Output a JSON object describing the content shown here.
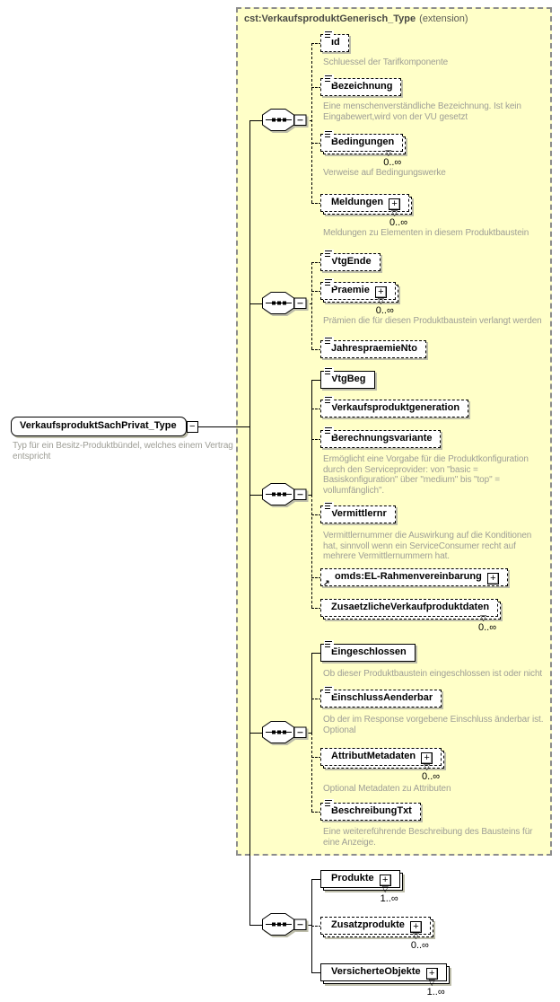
{
  "header": {
    "title": "cst:VerkaufsproduktGenerisch_Type",
    "suffix": "(extension)"
  },
  "root": {
    "name": "VerkaufsproduktSachPrivat_Type",
    "annotation": "Typ für ein Besitz-Produktbündel, welches einem Vertrag\nentspricht"
  },
  "icons": {
    "collapse": "−",
    "expand": "+",
    "multi_marker": "▽",
    "reference_arrow": "↗"
  },
  "groups": [
    {
      "kind": "sequence",
      "children": [
        {
          "name": "Id",
          "annotation": "Schluessel der Tarifkomponente"
        },
        {
          "name": "Bezeichnung",
          "annotation": "Eine menschenverständliche Bezeichnung. Ist kein\nEingabewert,wird von der VU gesetzt"
        },
        {
          "name": "Bedingungen",
          "occurrence": "0..∞",
          "annotation": "Verweise auf Bedingungswerke"
        },
        {
          "name": "Meldungen",
          "occurrence": "0..∞",
          "annotation": "Meldungen zu Elementen in diesem Produktbaustein"
        }
      ]
    },
    {
      "kind": "sequence",
      "children": [
        {
          "name": "VtgEnde"
        },
        {
          "name": "Praemie",
          "occurrence": "0..∞",
          "annotation": "Prämien die für diesen Produktbaustein verlangt werden"
        },
        {
          "name": "JahrespraemieNto"
        }
      ]
    },
    {
      "kind": "sequence",
      "children": [
        {
          "name": "VtgBeg"
        },
        {
          "name": "Verkaufsproduktgeneration"
        },
        {
          "name": "Berechnungsvariante",
          "annotation": "Ermöglicht eine Vorgabe für die Produktkonfiguration\ndurch den Serviceprovider: von \"basic =\nBasiskonfiguration\" über \"medium\" bis \"top\" =\nvollumfänglich\"."
        },
        {
          "name": "Vermittlernr",
          "annotation": "Vermittlernummer die Auswirkung auf die Konditionen\nhat, sinnvoll wenn ein ServiceConsumer recht auf\nmehrere Vermittlernummern hat."
        },
        {
          "name": "omds:EL-Rahmenvereinbarung"
        },
        {
          "name": "ZusaetzlicheVerkaufproduktdaten",
          "occurrence": "0..∞"
        }
      ]
    },
    {
      "kind": "sequence",
      "children": [
        {
          "name": "Eingeschlossen",
          "annotation": "Ob dieser Produktbaustein eingeschlossen ist oder nicht"
        },
        {
          "name": "EinschlussAenderbar",
          "annotation": "Ob der im Response vorgebene Einschluss änderbar ist.\nOptional"
        },
        {
          "name": "AttributMetadaten",
          "occurrence": "0..∞",
          "annotation": "Optional Metadaten zu Attributen"
        },
        {
          "name": "BeschreibungTxt",
          "annotation": "Eine weitereführende Beschreibung des Bausteins für\neine Anzeige."
        }
      ]
    },
    {
      "kind": "sequence",
      "children": [
        {
          "name": "Produkte",
          "occurrence": "1..∞"
        },
        {
          "name": "Zusatzprodukte",
          "occurrence": "0..∞"
        },
        {
          "name": "VersicherteObjekte",
          "occurrence": "1..∞"
        }
      ]
    }
  ],
  "colors": {
    "extension_bg": "#FFFFC8",
    "frame_border": "#8C8C8C",
    "annotation_text": "#9E9E96",
    "shadow": "#BDBDAA",
    "line": "#000000"
  }
}
